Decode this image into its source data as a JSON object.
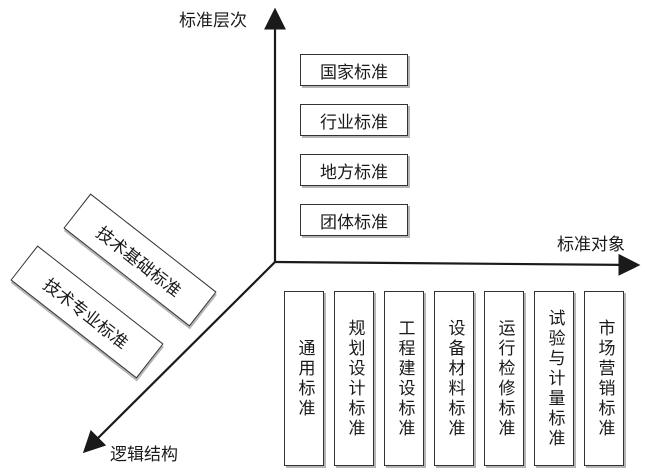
{
  "axes": {
    "vertical_label": "标准层次",
    "horizontal_label": "标准对象",
    "diagonal_label": "逻辑结构"
  },
  "levels": [
    "国家标准",
    "行业标准",
    "地方标准",
    "团体标准"
  ],
  "objects": [
    "通用标准",
    "规划设计标准",
    "工程建设标准",
    "设备材料标准",
    "运行检修标准",
    "试验与计量标准",
    "市场营销标准"
  ],
  "logic": [
    "技术基础标准",
    "技术专业标准"
  ]
}
